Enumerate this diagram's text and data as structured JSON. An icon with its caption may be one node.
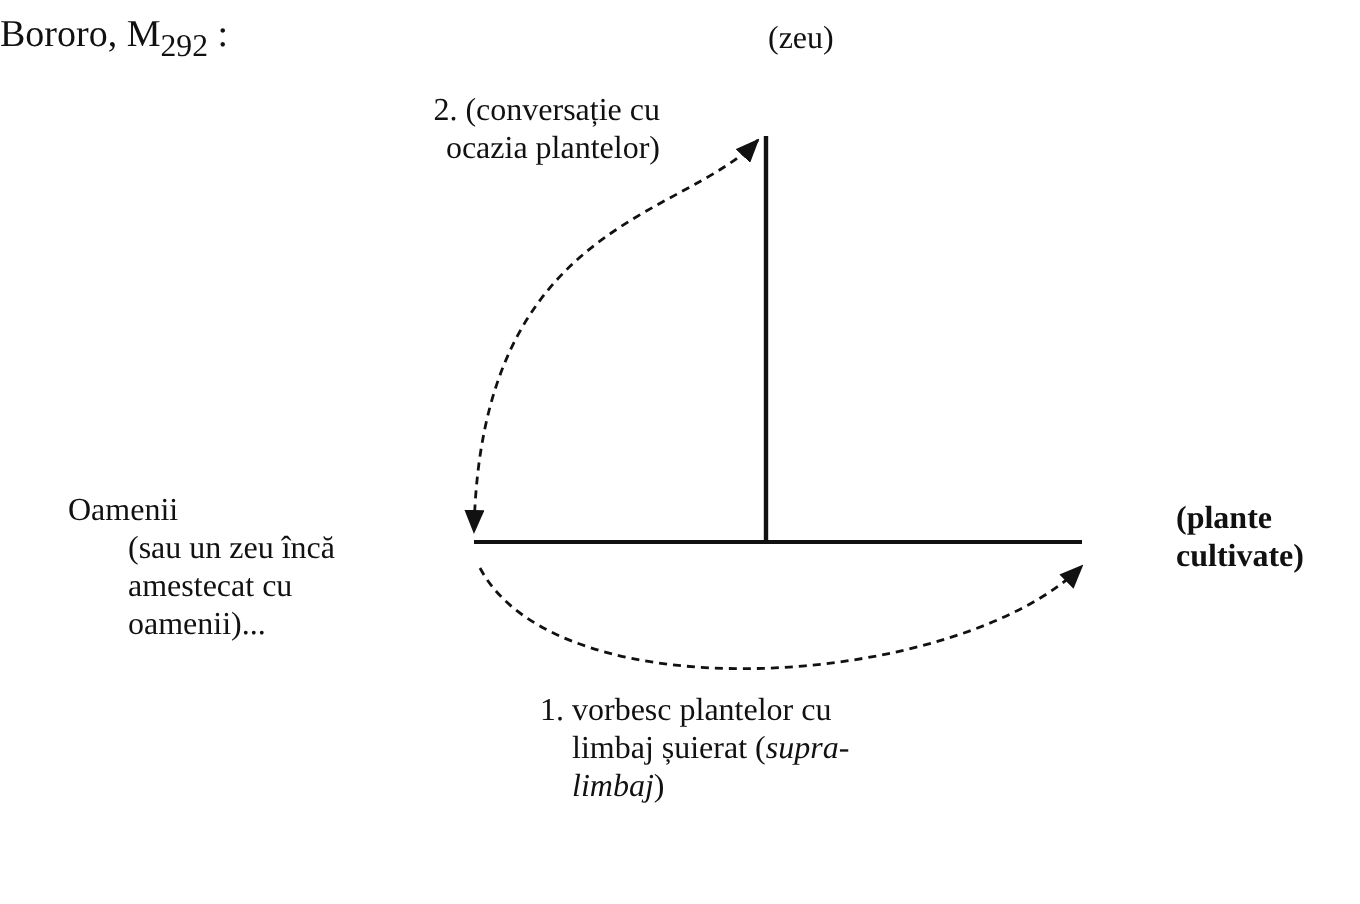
{
  "diagram": {
    "title": "Bororo, M$_{292}$ :",
    "nodes": [
      {
        "text": [
          "(zeu)"
        ]
      },
      {
        "text": [
          "Oamenii",
          "(sau un zeu încă amestecat cu oamenii)..."
        ]
      },
      {
        "text": [
          "(plante cultivate)"
        ]
      }
    ],
    "edges": [
      {
        "from": 0,
        "to": 1,
        "arrow": "both",
        "style": "dashed",
        "label": "2. (conversație cu ocazia plantelor)"
      },
      {
        "from": 1,
        "to": 2,
        "arrow": "to",
        "style": "dashed",
        "label": "1. vorbesc plantelor cu limbaj șuierat (*supra-limbaj*)"
      }
    ]
  }
}
